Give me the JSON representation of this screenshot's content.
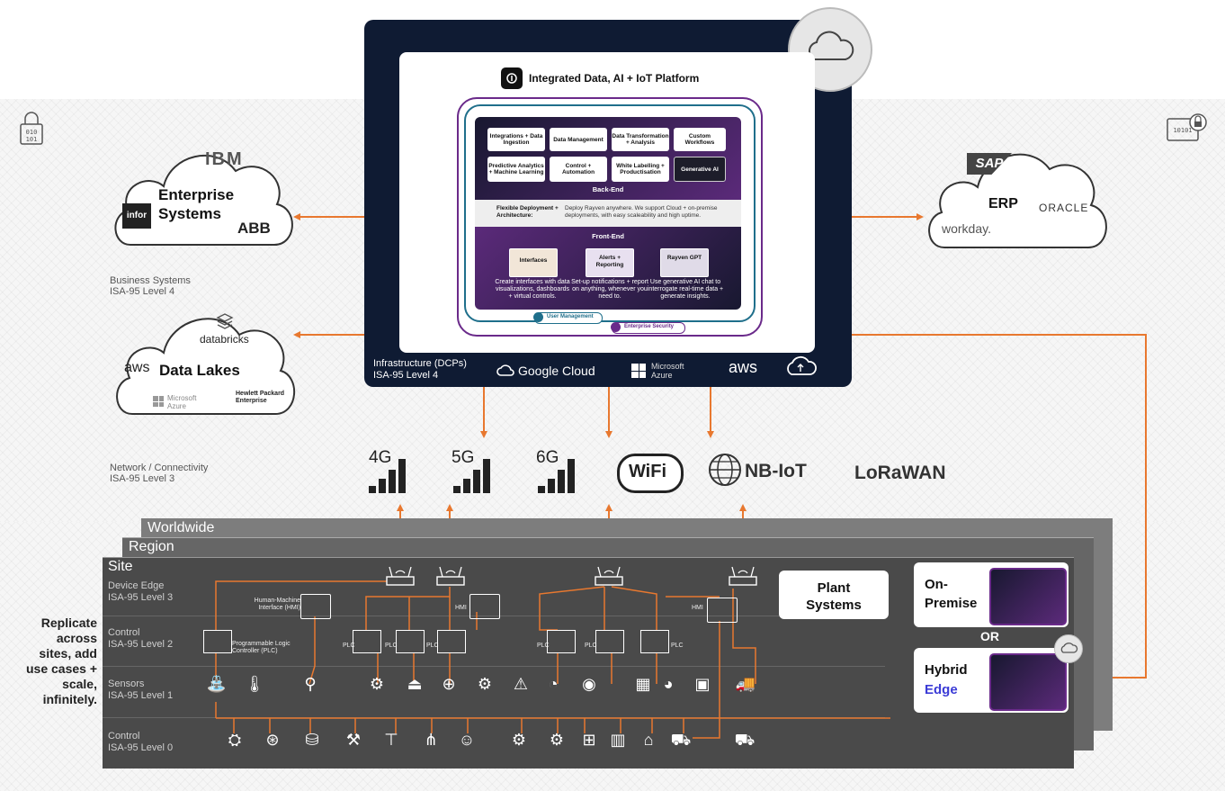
{
  "platform": {
    "title": "Integrated Data, AI + IoT Platform",
    "backend": {
      "cards": [
        "Integrations + Data Ingestion",
        "Data Management",
        "Data Transformation + Analysis",
        "Custom Workflows",
        "Predictive Analytics + Machine Learning",
        "Control + Automation",
        "White Labelling + Productisation",
        "Generative AI"
      ],
      "label": "Back-End"
    },
    "deployment": {
      "label": "Flexible Deployment + Architecture:",
      "text": "Deploy Rayven anywhere. We support Cloud + on-premise deployments, with easy scaleability and high uptime."
    },
    "frontend": {
      "label": "Front-End",
      "items": [
        {
          "thumb": "Interfaces",
          "caption": "Create interfaces with data visualizations, dashboards + virtual controls."
        },
        {
          "thumb": "Alerts + Reporting",
          "caption": "Set-up notifications + report on anything, whenever you need to."
        },
        {
          "thumb": "Rayven GPT",
          "caption": "Use generative AI chat to interrogate real-time data + generate insights."
        }
      ]
    },
    "user_management": "User Management",
    "enterprise_security": "Enterprise Security",
    "infra_label": "Infrastructure (DCPs)",
    "infra_level": "ISA-95 Level 4",
    "vendors": [
      "Google Cloud",
      "Microsoft Azure",
      "aws"
    ]
  },
  "enterprise": {
    "title": "Enterprise Systems",
    "logos": [
      "IBM",
      "infor",
      "ABB"
    ]
  },
  "erp": {
    "title": "ERP",
    "logos": [
      "SAP",
      "ORACLE",
      "workday."
    ]
  },
  "data_lakes": {
    "title": "Data Lakes",
    "logos": [
      "databricks",
      "aws",
      "Microsoft Azure",
      "Hewlett Packard Enterprise"
    ]
  },
  "levels": {
    "business": {
      "name": "Business Systems",
      "level": "ISA-95 Level 4"
    },
    "network": {
      "name": "Network / Connectivity",
      "level": "ISA-95 Level 3"
    },
    "device_edge": {
      "name": "Device Edge",
      "level": "ISA-95 Level 3"
    },
    "control2": {
      "name": "Control",
      "level": "ISA-95 Level 2"
    },
    "sensors": {
      "name": "Sensors",
      "level": "ISA-95 Level 1"
    },
    "control0": {
      "name": "Control",
      "level": "ISA-95 Level 0"
    }
  },
  "network": [
    "4G",
    "5G",
    "6G",
    "WiFi",
    "NB-IoT",
    "LoRaWAN"
  ],
  "layers": {
    "worldwide": "Worldwide",
    "region": "Region",
    "site": "Site"
  },
  "device_labels": {
    "hmi_full": "Human-Machine Interface (HMI)",
    "plc_full": "Programmable Logic Controller (PLC)",
    "hmi": "HMI",
    "plc": "PLC"
  },
  "plant_systems": "Plant Systems",
  "on_premise": "On-Premise",
  "or": "OR",
  "hybrid": "Hybrid",
  "edge": "Edge",
  "replicate": "Replicate across sites, add use cases + scale, infinitely.",
  "colors": {
    "arrow": "#e8782f",
    "frame": "#0f1b33",
    "purple": "#6a2a8a",
    "edge": "#3b3bd6"
  }
}
